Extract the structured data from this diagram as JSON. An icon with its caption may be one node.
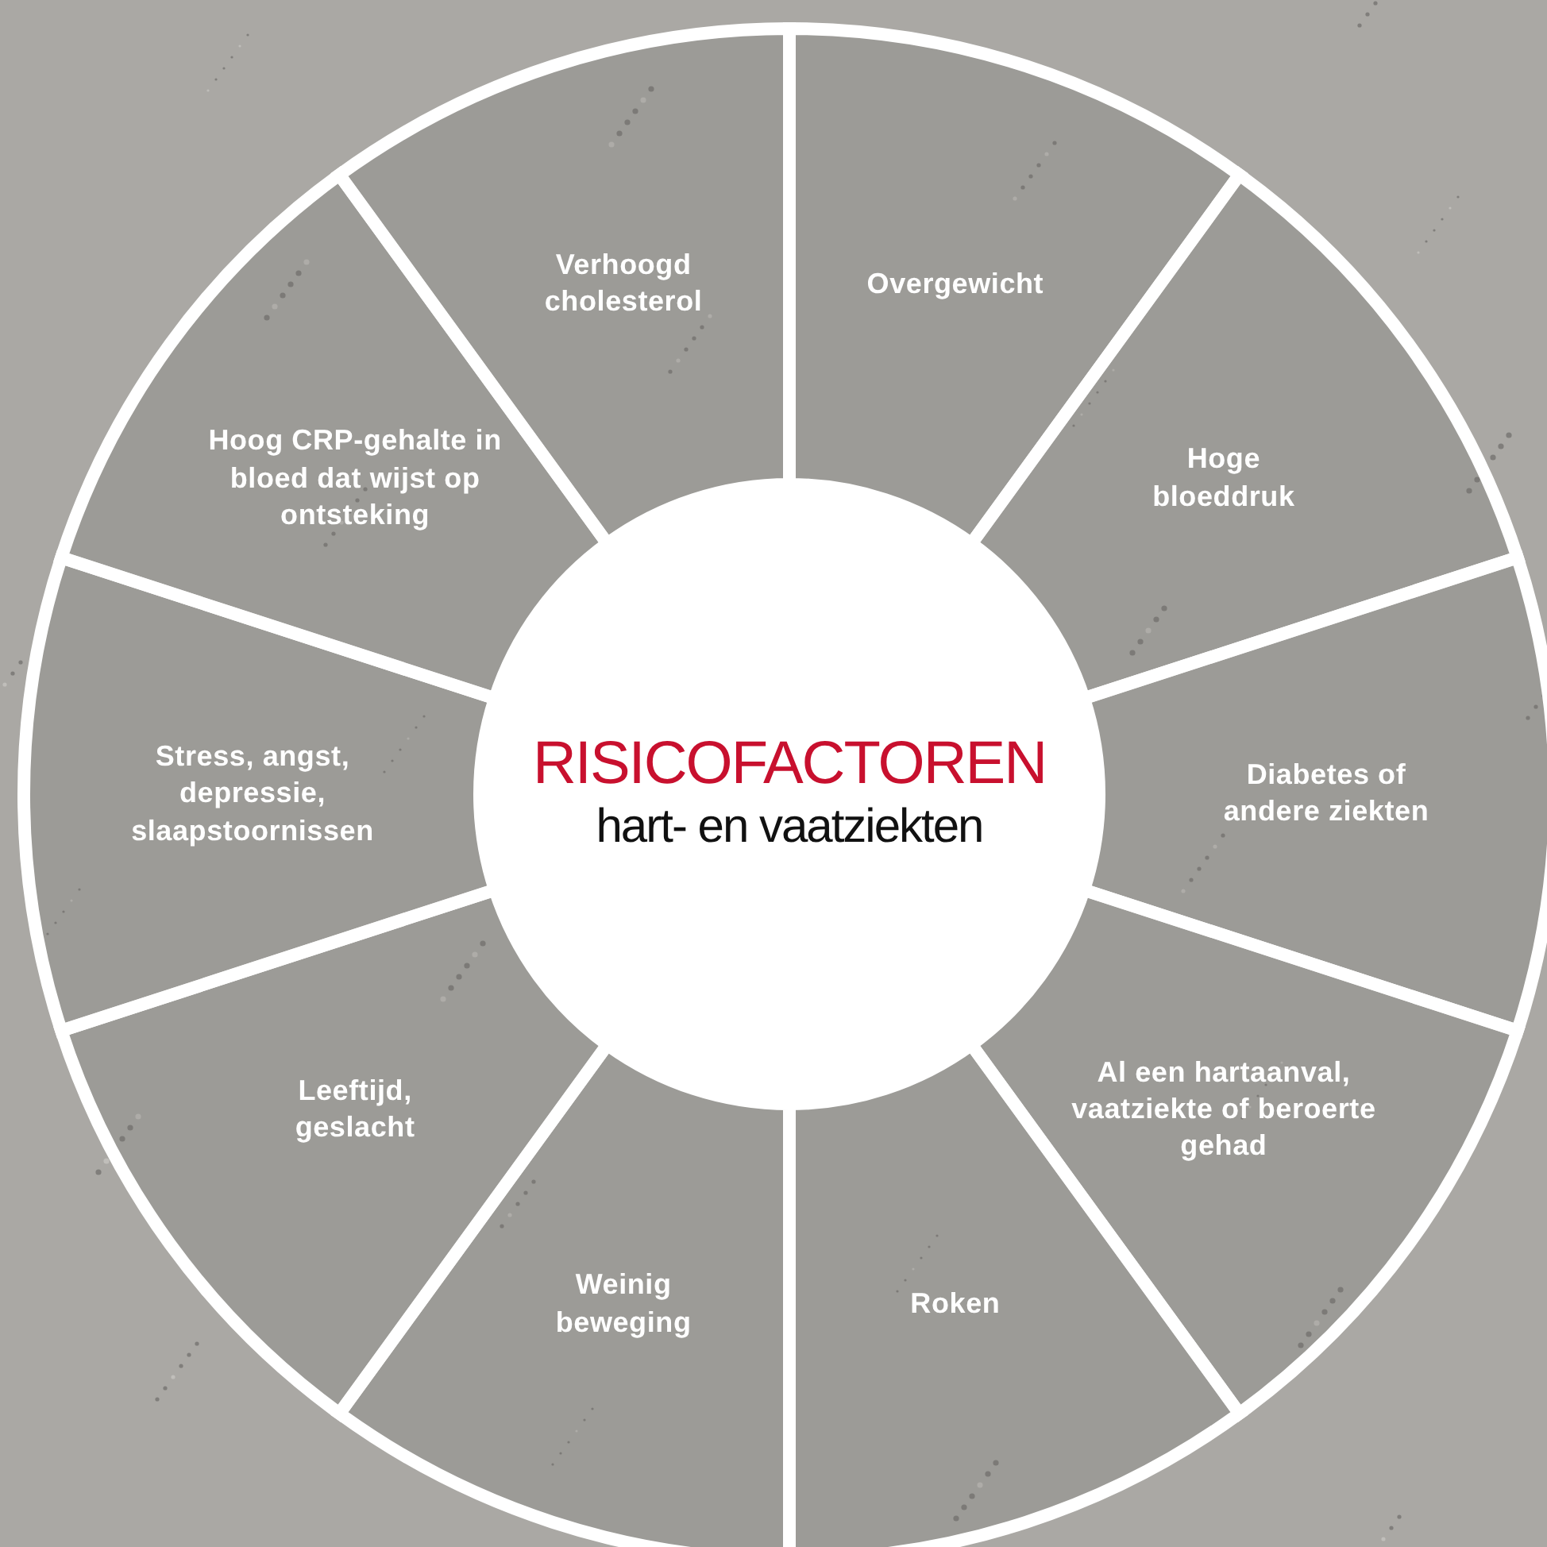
{
  "diagram": {
    "nodes": [
      {
        "text": [
          "RISICOFACTOREN",
          "hart- en vaatziekten"
        ]
      },
      {
        "text": [
          "Overgewicht"
        ]
      },
      {
        "text": [
          "Hoge bloeddruk"
        ]
      },
      {
        "text": [
          "Diabetes of andere ziekten"
        ]
      },
      {
        "text": [
          "Al een hartaanval, vaatziekte of beroerte gehad"
        ]
      },
      {
        "text": [
          "Roken"
        ]
      },
      {
        "text": [
          "Weinig beweging"
        ]
      },
      {
        "text": [
          "Leeftijd, geslacht"
        ]
      },
      {
        "text": [
          "Stress, angst, depressie, slaapstoornissen"
        ]
      },
      {
        "text": [
          "Hoog CRP-gehalte in bloed dat wijst op ontsteking"
        ]
      },
      {
        "text": [
          "Verhoogd cholesterol"
        ]
      }
    ],
    "edges": []
  }
}
